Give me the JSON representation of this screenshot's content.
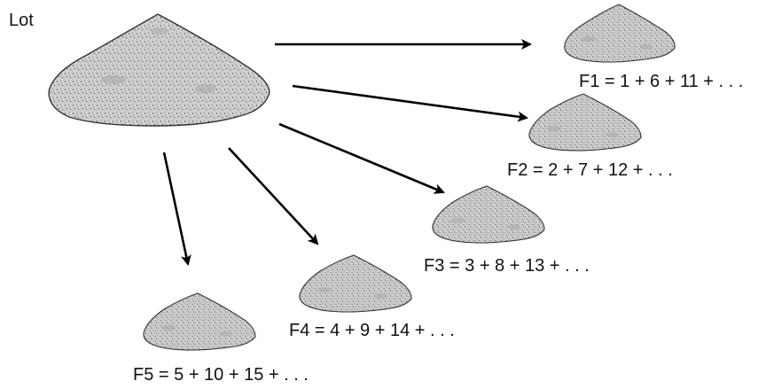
{
  "lot": {
    "label": "Lot"
  },
  "fractions": [
    {
      "id": "F1",
      "label": "F1 = 1 + 6 + 11 + . . ."
    },
    {
      "id": "F2",
      "label": "F2 = 2 + 7 + 12 + . . ."
    },
    {
      "id": "F3",
      "label": "F3 = 3 + 8 + 13 + . . ."
    },
    {
      "id": "F4",
      "label": "F4 = 4 + 9 + 14 + . . ."
    },
    {
      "id": "F5",
      "label": "F5 = 5 + 10 + 15 + . . ."
    }
  ],
  "colors": {
    "pile_fill": "#d2d2d2",
    "pile_outline": "#333333",
    "arrow": "#000000",
    "speckle": "#555555"
  }
}
